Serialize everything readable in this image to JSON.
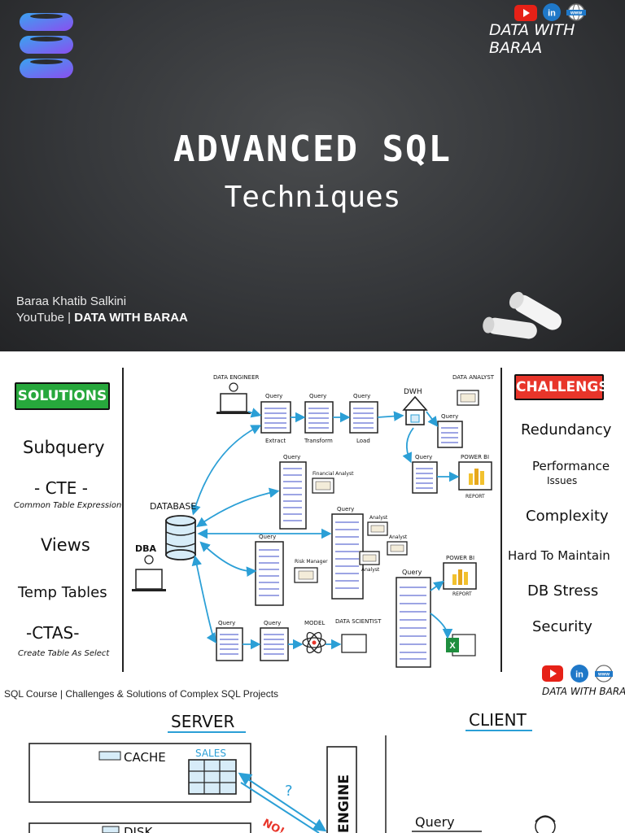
{
  "cover": {
    "title": "ADVANCED SQL",
    "subtitle": "Techniques",
    "author": "Baraa Khatib Salkini",
    "channel_prefix": "YouTube | ",
    "channel_name": "DATA WITH BARAA",
    "brand": "DATA WITH BARAA",
    "social": [
      "youtube-icon",
      "linkedin-icon",
      "www-icon"
    ]
  },
  "solutions": {
    "badge": "SOLUTIONS",
    "items": [
      {
        "label": "Subquery",
        "sub": ""
      },
      {
        "label": "- CTE -",
        "sub": "Common Table Expression"
      },
      {
        "label": "Views",
        "sub": ""
      },
      {
        "label": "Temp Tables",
        "sub": ""
      },
      {
        "label": "-CTAS-",
        "sub": "Create Table As Select"
      }
    ]
  },
  "challenges": {
    "badge": "CHALLENGS",
    "items": [
      {
        "label": "Redundancy",
        "sub": ""
      },
      {
        "label": "Performance",
        "sub": "Issues"
      },
      {
        "label": "Complexity",
        "sub": ""
      },
      {
        "label": "Hard To Maintain",
        "sub": ""
      },
      {
        "label": "DB Stress",
        "sub": ""
      },
      {
        "label": "Security",
        "sub": ""
      }
    ]
  },
  "diagram": {
    "data_engineer": "DATA ENGINEER",
    "data_analyst": "DATA ANALYST",
    "financial_analyst": "Financial Analyst",
    "analyst": "Analyst",
    "risk_manager": "Risk Manager",
    "data_scientist": "DATA SCIENTIST",
    "database": "DATABASE",
    "dba": "DBA",
    "dwh": "DWH",
    "query": "Query",
    "extract": "Extract",
    "transform": "Transform",
    "load": "Load",
    "power_bi": "POWER BI",
    "report": "REPORT",
    "model": "MODEL"
  },
  "footer": {
    "caption": "SQL Course | Challenges & Solutions of Complex SQL Projects",
    "brand": "DATA WITH BARAA"
  },
  "server_client": {
    "server": "SERVER",
    "client": "CLIENT",
    "cache": "CACHE",
    "sales": "SALES",
    "disk": "DISK",
    "engine": "ENGINE",
    "query": "Query",
    "question": "?",
    "no": "NO!"
  },
  "colors": {
    "sol_green": "#27a83c",
    "chal_red": "#e8352a",
    "arrow_blue": "#2b9fd6",
    "doc_purple": "#3b4bc8"
  }
}
